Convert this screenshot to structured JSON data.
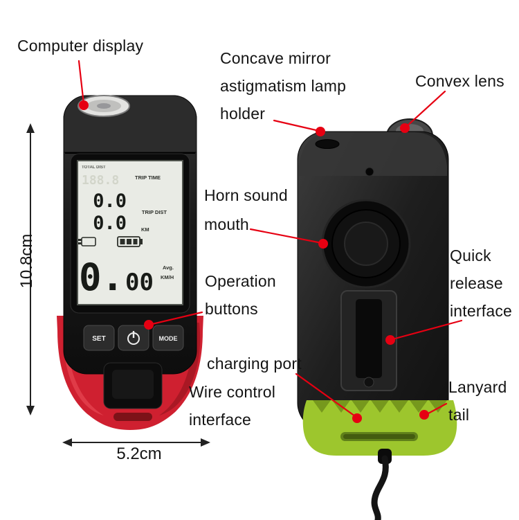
{
  "labels": {
    "computer_display": {
      "lines": [
        "Computer display"
      ]
    },
    "concave": {
      "lines": [
        "Concave mirror",
        "astigmatism lamp",
        "holder"
      ]
    },
    "convex_lens": {
      "lines": [
        "Convex lens"
      ]
    },
    "horn": {
      "lines": [
        "Horn sound",
        "mouth"
      ]
    },
    "quick_release": {
      "lines": [
        "Quick",
        "release",
        "interface"
      ]
    },
    "operation": {
      "lines": [
        "Operation",
        "buttons"
      ]
    },
    "charging_port": {
      "lines": [
        "charging port"
      ]
    },
    "wire_control": {
      "lines": [
        "Wire control",
        "interface"
      ]
    },
    "lanyard": {
      "lines": [
        "Lanyard",
        "tail"
      ]
    }
  },
  "dimensions": {
    "height": "10.8cm",
    "width": "5.2cm"
  },
  "lcd": {
    "total_dist_label": "TOTAL DIST",
    "ghost_value": "188.8",
    "trip_time_label": "TRIP TIME",
    "trip_time_value": "0.0",
    "trip_dist_label": "TRIP DIST",
    "trip_dist_value": "0.0",
    "km_label": "KM",
    "speed_major": "0.",
    "speed_minor": "00",
    "avg_label": "Avg.",
    "kmh_label": "KM/H"
  },
  "buttons": {
    "set": "SET",
    "mode": "MODE"
  },
  "colors": {
    "annotation": "#e60012",
    "base_front": "#cf2030",
    "base_back": "#9dc62d",
    "body": "#1a1a1a"
  }
}
